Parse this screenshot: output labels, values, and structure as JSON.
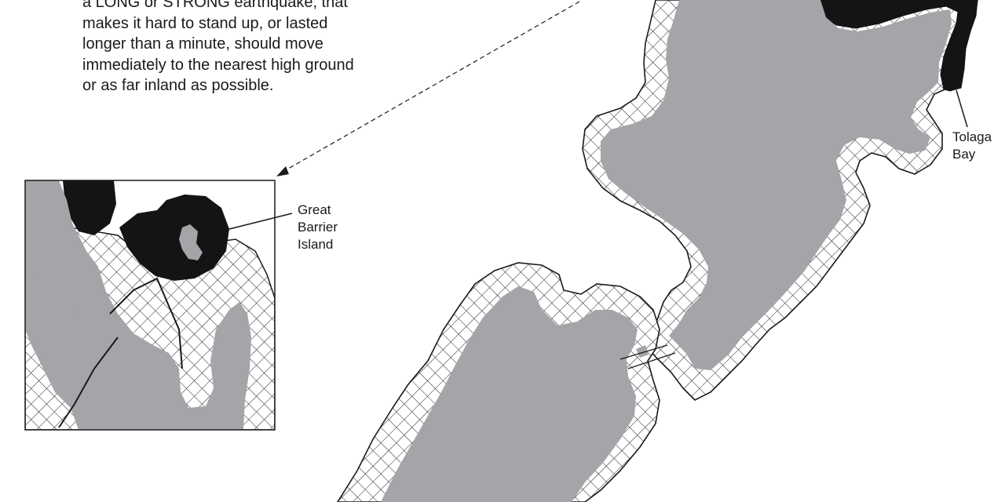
{
  "advisory": {
    "lines": [
      "a LONG or STRONG earthquake, that",
      "makes it hard to stand up, or lasted",
      "longer than a minute, should move",
      "immediately to the nearest high ground",
      "or as far inland as possible."
    ]
  },
  "labels": {
    "great_barrier": [
      "Great",
      "Barrier",
      "Island"
    ],
    "tolaga": [
      "Tolaga",
      "Bay"
    ]
  },
  "colors": {
    "land": "#a4a5a8",
    "hazard_hatched": "#ffffff",
    "hazard_solid": "#141414",
    "outline": "#1a1a1a"
  }
}
